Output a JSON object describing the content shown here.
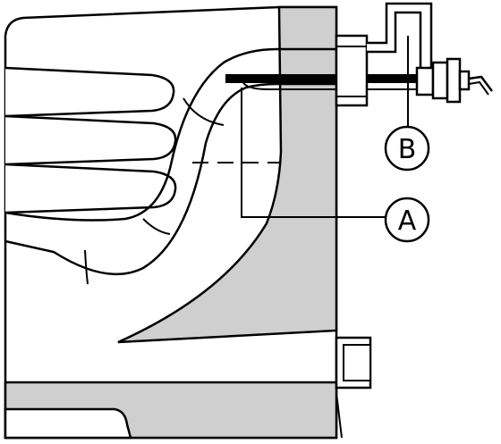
{
  "diagram": {
    "callouts": [
      {
        "id": "A",
        "label": "A"
      },
      {
        "id": "B",
        "label": "B"
      }
    ],
    "colors": {
      "line": "#000000",
      "housing_fill": "#ffffff",
      "wall_fill": "#cfcfcf",
      "background": "#ffffff"
    }
  }
}
